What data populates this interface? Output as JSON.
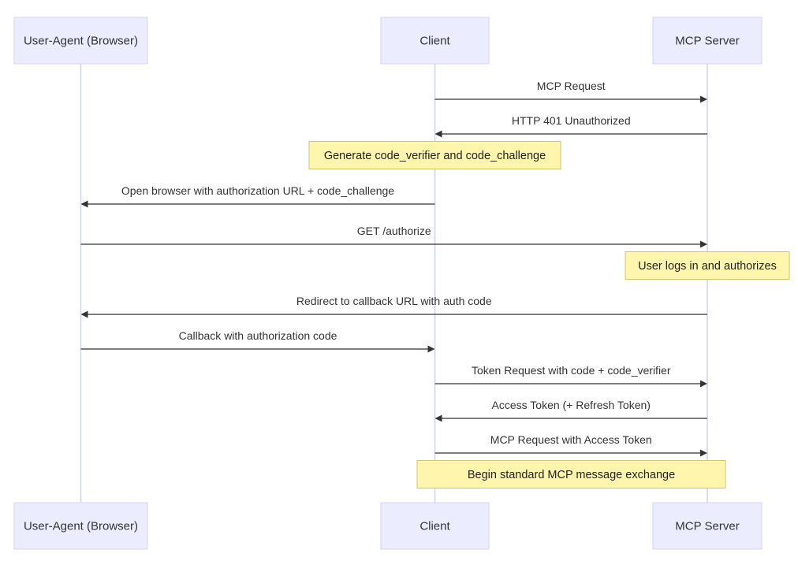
{
  "actors": [
    {
      "id": "browser",
      "label": "User-Agent (Browser)"
    },
    {
      "id": "client",
      "label": "Client"
    },
    {
      "id": "server",
      "label": "MCP Server"
    }
  ],
  "steps": [
    {
      "kind": "message",
      "from": "client",
      "to": "server",
      "label": "MCP Request"
    },
    {
      "kind": "message",
      "from": "server",
      "to": "client",
      "label": "HTTP 401 Unauthorized"
    },
    {
      "kind": "note",
      "over": [
        "client"
      ],
      "label": "Generate code_verifier and code_challenge"
    },
    {
      "kind": "message",
      "from": "client",
      "to": "browser",
      "label": "Open browser with authorization URL + code_challenge"
    },
    {
      "kind": "message",
      "from": "browser",
      "to": "server",
      "label": "GET /authorize"
    },
    {
      "kind": "note",
      "over": [
        "server"
      ],
      "label": "User logs in and authorizes"
    },
    {
      "kind": "message",
      "from": "server",
      "to": "browser",
      "label": "Redirect to callback URL with auth code"
    },
    {
      "kind": "message",
      "from": "browser",
      "to": "client",
      "label": "Callback with authorization code"
    },
    {
      "kind": "message",
      "from": "client",
      "to": "server",
      "label": "Token Request with code + code_verifier"
    },
    {
      "kind": "message",
      "from": "server",
      "to": "client",
      "label": "Access Token (+ Refresh Token)"
    },
    {
      "kind": "message",
      "from": "client",
      "to": "server",
      "label": "MCP Request with Access Token"
    },
    {
      "kind": "note",
      "over": [
        "client",
        "server"
      ],
      "label": "Begin standard MCP message exchange"
    }
  ],
  "colors": {
    "actor_fill": "#ececff",
    "actor_border": "#d3d3f3",
    "lifeline": "#d3d3f3",
    "arrow": "#333333",
    "note_fill": "#fff5ad",
    "note_border": "#c9c96d"
  }
}
